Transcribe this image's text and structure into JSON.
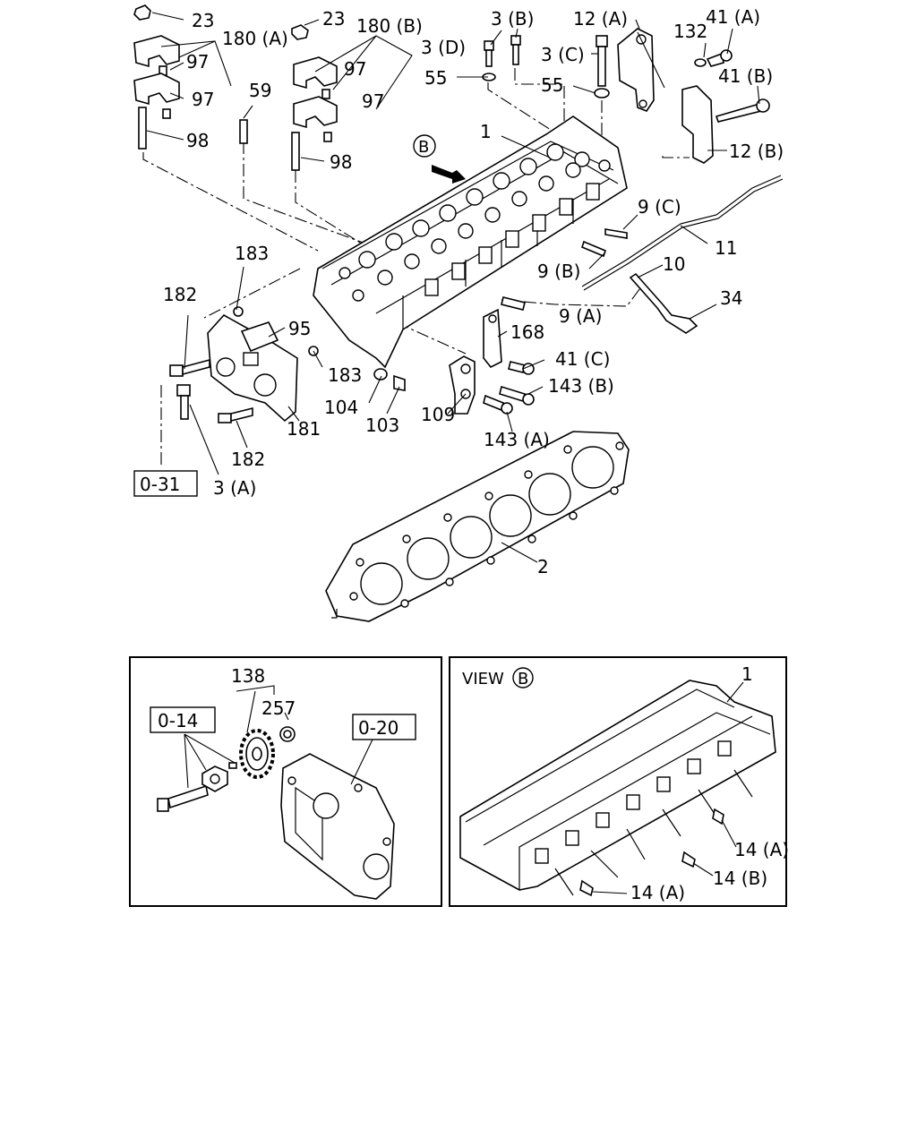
{
  "callouts": {
    "c23a": "23",
    "c23b": "23",
    "c180a": "180 (A)",
    "c180b": "180 (B)",
    "c97a": "97",
    "c97b": "97",
    "c97c": "97",
    "c97d": "97",
    "c98a": "98",
    "c98b": "98",
    "c59": "59",
    "c3b": "3 (B)",
    "c3d": "3 (D)",
    "c3c": "3 (C)",
    "c3a": "3 (A)",
    "c55a": "55",
    "c55b": "55",
    "c12a": "12 (A)",
    "c12b": "12 (B)",
    "c132": "132",
    "c41a": "41 (A)",
    "c41b": "41 (B)",
    "c41c": "41 (C)",
    "cB": "B",
    "c1": "1",
    "c9c": "9 (C)",
    "c9b": "9 (B)",
    "c9a": "9 (A)",
    "c11": "11",
    "c10": "10",
    "c34": "34",
    "c183a": "183",
    "c183b": "183",
    "c182a": "182",
    "c182b": "182",
    "c95": "95",
    "c104": "104",
    "c103": "103",
    "c181": "181",
    "c168": "168",
    "c109": "109",
    "c143b": "143 (B)",
    "c143a": "143 (A)",
    "c2": "2",
    "ref031": "0-31"
  },
  "inset_left": {
    "c138": "138",
    "c257": "257",
    "ref014": "0-14",
    "ref020": "0-20"
  },
  "inset_right": {
    "view_label": "VIEW",
    "view_letter": "B",
    "c1": "1",
    "c14a_upper": "14 (A)",
    "c14b": "14 (B)",
    "c14a_lower": "14 (A)"
  }
}
